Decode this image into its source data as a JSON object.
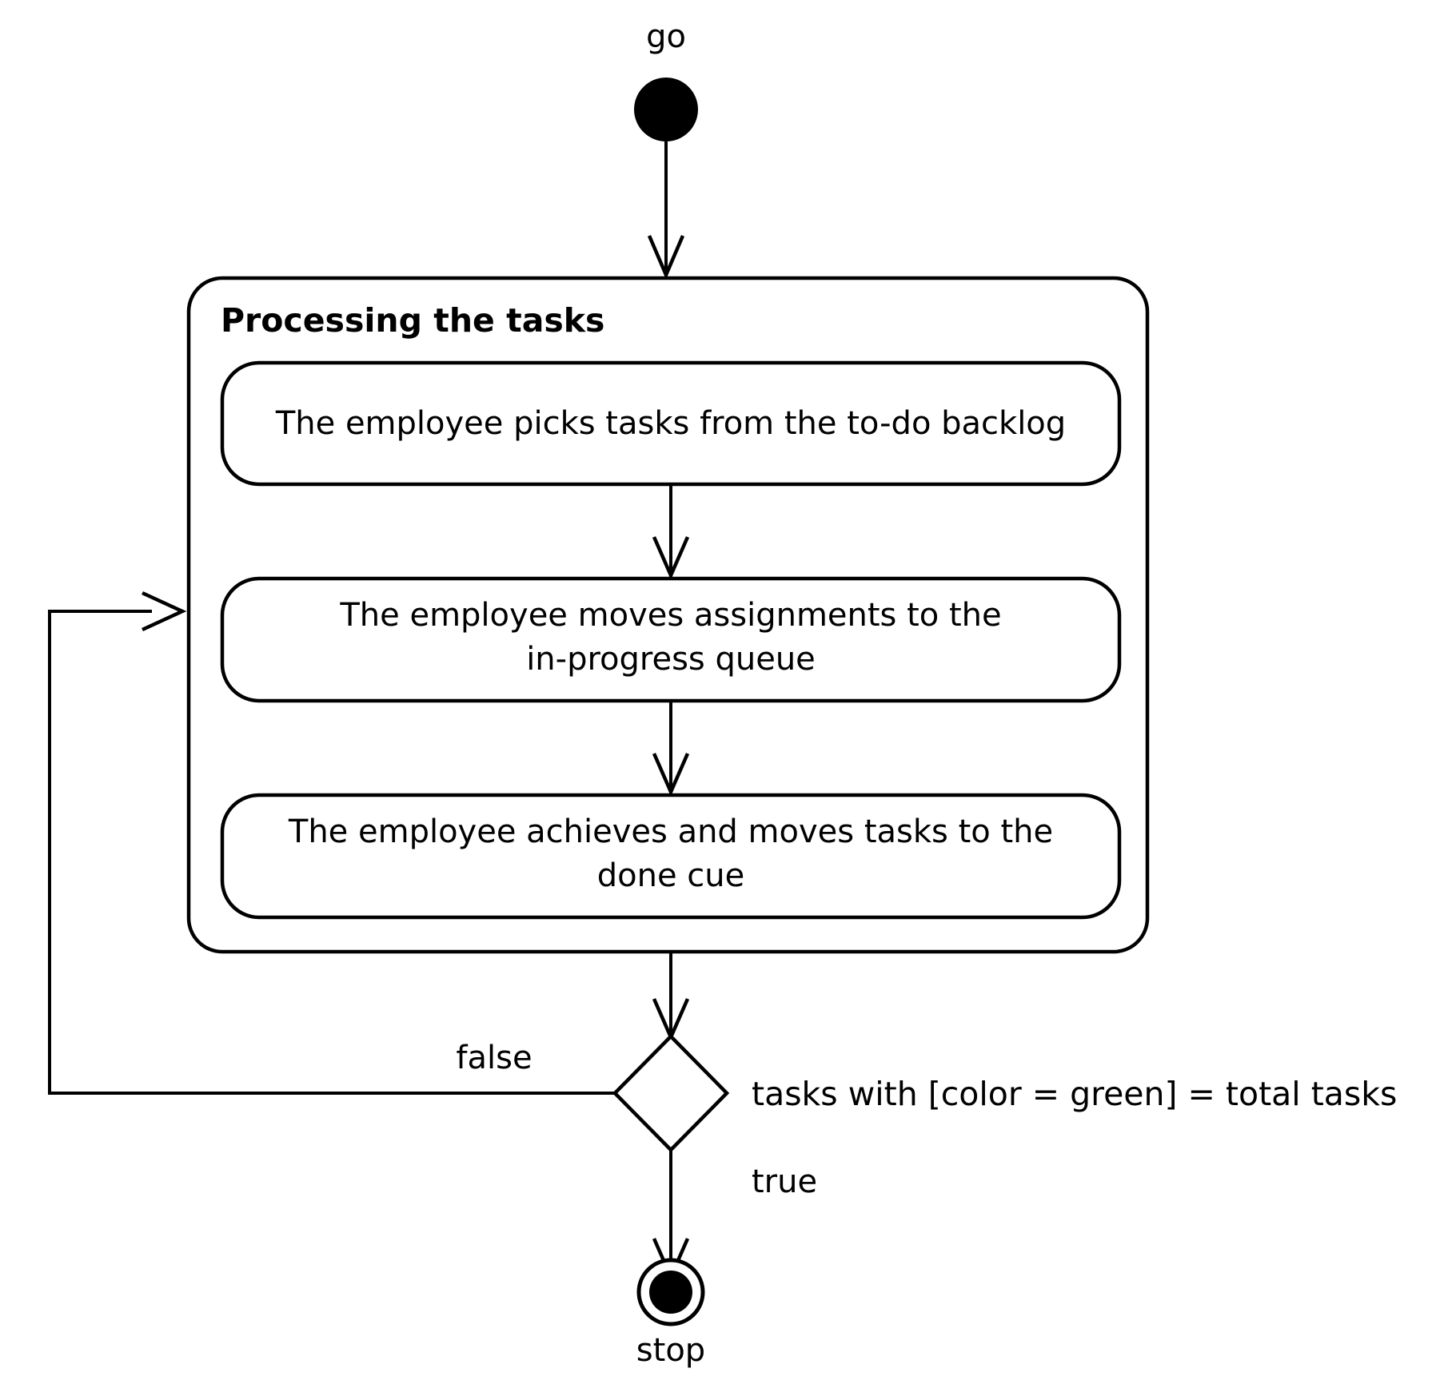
{
  "diagram": {
    "type": "uml-activity-diagram",
    "title": "Processing the tasks",
    "background_color": "#ffffff",
    "stroke_color": "#000000",
    "initial_node": {
      "label": "go",
      "icon": "filled-circle-icon"
    },
    "final_node": {
      "label": "stop",
      "icon": "bullseye-icon"
    },
    "composite": {
      "title": "Processing the tasks",
      "actions": [
        {
          "id": "action-pick-tasks",
          "lines": [
            "The employee picks tasks from the to-do backlog"
          ]
        },
        {
          "id": "action-move-assignments",
          "lines": [
            "The employee moves assignments to the",
            "in-progress queue"
          ]
        },
        {
          "id": "action-achieve-tasks",
          "lines": [
            "The employee achieves and moves tasks to the",
            "done cue"
          ]
        }
      ]
    },
    "decision": {
      "guard": "tasks with [color = green] = total tasks",
      "branch_false": "false",
      "branch_true": "true"
    }
  }
}
